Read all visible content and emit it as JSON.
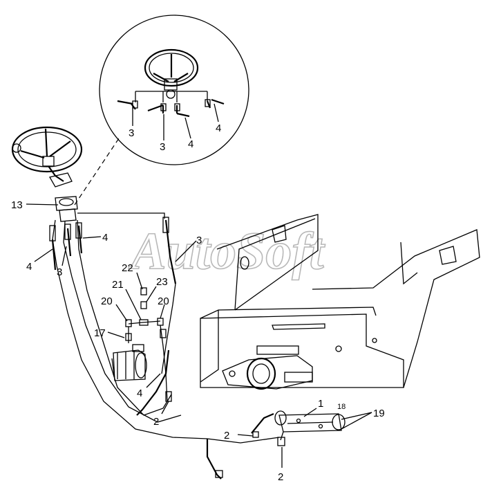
{
  "watermark": "AutoSoft",
  "callouts": {
    "c13": "13",
    "c4_left": "4",
    "c3_left": "3",
    "c4_upper": "4",
    "c3_right": "3",
    "c22": "22",
    "c21": "21",
    "c23": "23",
    "c20_left": "20",
    "c20_right": "20",
    "c17": "17",
    "c4_lower": "4",
    "c2_lower": "2",
    "c1": "1",
    "c18": "18",
    "c19": "19",
    "c2_mid": "2",
    "c2_bottom": "2",
    "c3_inset_left": "3",
    "c3_inset_mid": "3",
    "c4_inset_mid": "4",
    "c4_inset_right": "4"
  },
  "colors": {
    "line": "#000000",
    "watermark": "#b8b8b8",
    "background": "#ffffff"
  }
}
